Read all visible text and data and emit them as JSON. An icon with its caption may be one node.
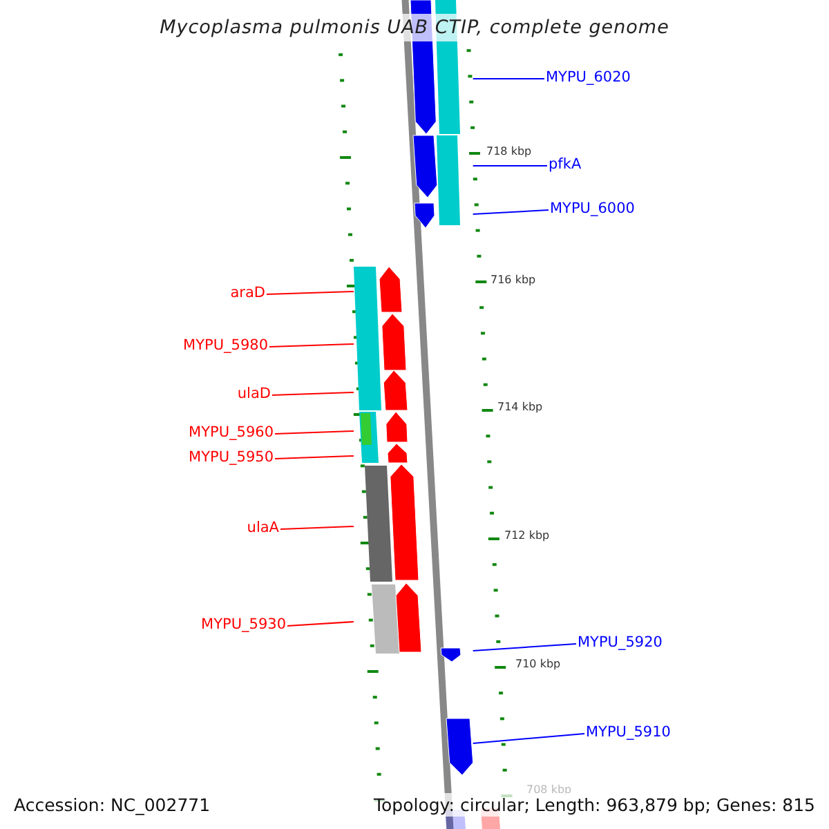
{
  "diagram": {
    "title": "Mycoplasma pulmonis UAB CTIP, complete genome",
    "nodes": [
      {
        "text": [
          "MYPU_6020"
        ]
      },
      {
        "text": [
          "pfkA"
        ]
      },
      {
        "text": [
          "MYPU_6000"
        ]
      },
      {
        "text": [
          "araD"
        ]
      },
      {
        "text": [
          "MYPU_5980"
        ]
      },
      {
        "text": [
          "ulaD"
        ]
      },
      {
        "text": [
          "MYPU_5960"
        ]
      },
      {
        "text": [
          "MYPU_5950"
        ]
      },
      {
        "text": [
          "ulaA"
        ]
      },
      {
        "text": [
          "MYPU_5930"
        ]
      },
      {
        "text": [
          "MYPU_5920"
        ]
      },
      {
        "text": [
          "MYPU_5910"
        ]
      },
      {
        "text": [],
        "shape": "picture"
      }
    ],
    "edges": [
      {
        "from": 0,
        "to": 12,
        "arrow": "none",
        "color": "#0000ff"
      },
      {
        "from": 1,
        "to": 12,
        "arrow": "none",
        "color": "#0000ff"
      },
      {
        "from": 2,
        "to": 12,
        "arrow": "none",
        "color": "#0000ff"
      },
      {
        "from": 3,
        "to": 12,
        "arrow": "none"
      },
      {
        "from": 4,
        "to": 12,
        "arrow": "none"
      },
      {
        "from": 5,
        "to": 12,
        "arrow": "none"
      },
      {
        "from": 6,
        "to": 12,
        "arrow": "none"
      },
      {
        "from": 7,
        "to": 12,
        "arrow": "none"
      },
      {
        "from": 8,
        "to": 12,
        "arrow": "none"
      },
      {
        "from": 9,
        "to": 12,
        "arrow": "none"
      },
      {
        "from": 10,
        "to": 12,
        "arrow": "none",
        "color": "#0000ff"
      },
      {
        "from": 11,
        "to": 12,
        "arrow": "none",
        "color": "#0000ff"
      }
    ],
    "labels": [
      "718 kbp",
      "716 kbp",
      "714 kbp",
      "712 kbp",
      "710 kbp",
      "708 kbp",
      "Accession: NC_002771",
      "Topology: circular; Length: 963,879 bp; Genes: 815"
    ]
  }
}
